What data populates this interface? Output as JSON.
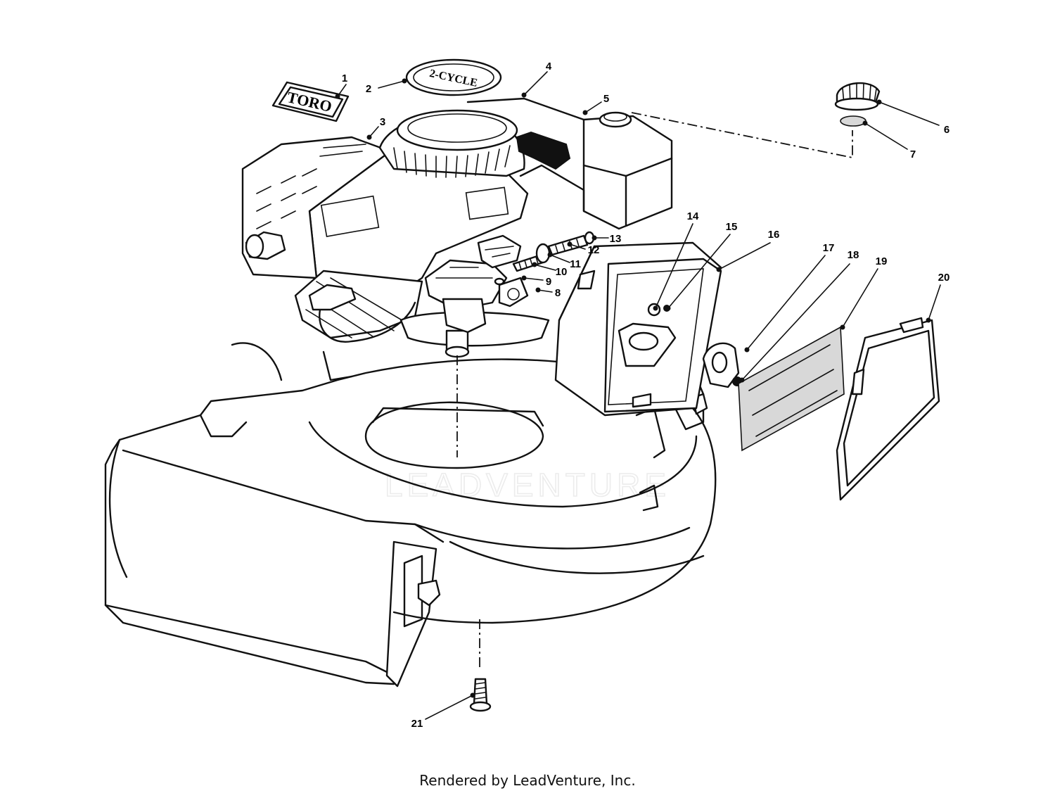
{
  "logo_text": "TORO",
  "decal_text": "2-CYCLE",
  "watermark_text": "LEADVENTURE",
  "footer": "Rendered by LeadVenture, Inc.",
  "callouts": [
    {
      "id": "1",
      "label": "1"
    },
    {
      "id": "2",
      "label": "2"
    },
    {
      "id": "3",
      "label": "3"
    },
    {
      "id": "4",
      "label": "4"
    },
    {
      "id": "5",
      "label": "5"
    },
    {
      "id": "6",
      "label": "6"
    },
    {
      "id": "7",
      "label": "7"
    },
    {
      "id": "8",
      "label": "8"
    },
    {
      "id": "9",
      "label": "9"
    },
    {
      "id": "10",
      "label": "10"
    },
    {
      "id": "11",
      "label": "11"
    },
    {
      "id": "12",
      "label": "12"
    },
    {
      "id": "13",
      "label": "13"
    },
    {
      "id": "14",
      "label": "14"
    },
    {
      "id": "15",
      "label": "15"
    },
    {
      "id": "16",
      "label": "16"
    },
    {
      "id": "17",
      "label": "17"
    },
    {
      "id": "18",
      "label": "18"
    },
    {
      "id": "19",
      "label": "19"
    },
    {
      "id": "20",
      "label": "20"
    },
    {
      "id": "21",
      "label": "21"
    }
  ]
}
